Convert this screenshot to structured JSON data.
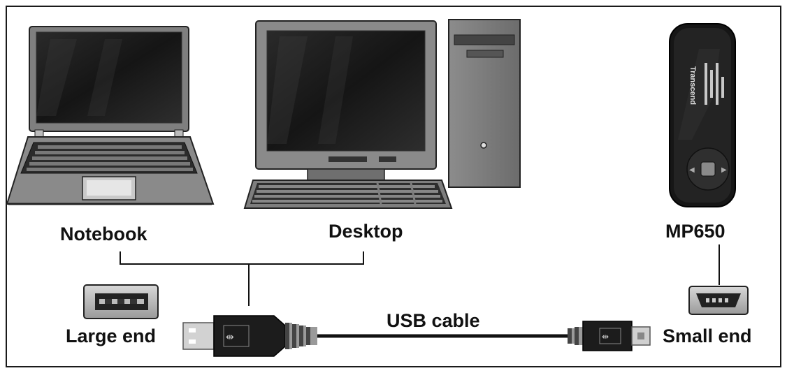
{
  "labels": {
    "notebook": "Notebook",
    "desktop": "Desktop",
    "mp650": "MP650",
    "large_end": "Large end",
    "usb_cable": "USB cable",
    "small_end": "Small end",
    "player_brand": "Transcend"
  },
  "colors": {
    "ink": "#111111",
    "device_body": "#7a7a7a",
    "screen": "#1c1c1c",
    "player_body": "#161616"
  },
  "icons": [
    "laptop-icon",
    "desktop-monitor-icon",
    "keyboard-icon",
    "tower-case-icon",
    "mp3-player-icon",
    "usb-a-port-icon",
    "usb-mini-port-icon",
    "usb-a-plug-icon",
    "usb-mini-plug-icon"
  ]
}
